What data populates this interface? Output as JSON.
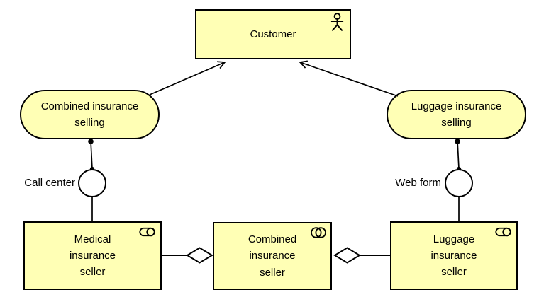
{
  "diagram": {
    "type": "archimate-business-diagram",
    "colors": {
      "element_fill": "#FFFFB5",
      "element_border": "#000000",
      "connector": "#000000",
      "interface_fill": "#FFFFFF",
      "background": "#FFFFFF"
    },
    "nodes": {
      "customer": {
        "label": "Customer",
        "type": "business-actor",
        "icon": "actor-icon"
      },
      "combined_selling": {
        "label": "Combined insurance\nselling",
        "type": "business-service"
      },
      "luggage_selling": {
        "label": "Luggage insurance\nselling",
        "type": "business-service"
      },
      "call_center": {
        "label": "Call center",
        "type": "business-interface",
        "icon": "interface-circle-icon"
      },
      "web_form": {
        "label": "Web form",
        "type": "business-interface",
        "icon": "interface-circle-icon"
      },
      "medical_seller": {
        "label": "Medical\ninsurance\nseller",
        "type": "business-role",
        "icon": "role-icon"
      },
      "combined_seller": {
        "label": "Combined\ninsurance\nseller",
        "type": "business-collaboration",
        "icon": "collaboration-icon"
      },
      "luggage_seller": {
        "label": "Luggage\ninsurance\nseller",
        "type": "business-role",
        "icon": "role-icon"
      }
    },
    "relationships": [
      {
        "from": "combined_selling",
        "to": "customer",
        "type": "serving",
        "marker": "open-arrow"
      },
      {
        "from": "luggage_selling",
        "to": "customer",
        "type": "serving",
        "marker": "open-arrow"
      },
      {
        "from": "combined_selling",
        "to": "call_center",
        "type": "assignment",
        "marker": "filled-dots-both-ends"
      },
      {
        "from": "luggage_selling",
        "to": "web_form",
        "type": "assignment",
        "marker": "filled-dots-both-ends"
      },
      {
        "from": "call_center",
        "to": "medical_seller",
        "type": "connection-line",
        "marker": "none"
      },
      {
        "from": "web_form",
        "to": "luggage_seller",
        "type": "connection-line",
        "marker": "none"
      },
      {
        "from": "combined_seller",
        "to": "medical_seller",
        "type": "aggregation",
        "marker": "hollow-diamond-at-whole"
      },
      {
        "from": "combined_seller",
        "to": "luggage_seller",
        "type": "aggregation",
        "marker": "hollow-diamond-at-whole"
      }
    ]
  }
}
